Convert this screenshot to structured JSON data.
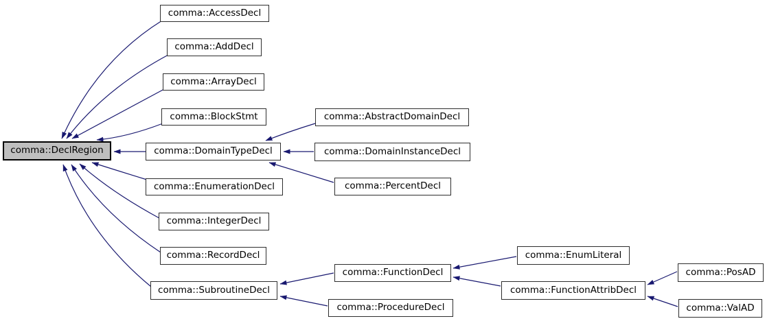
{
  "diagram": {
    "type": "class-inheritance-graph",
    "root_class": "comma::DeclRegion",
    "colors": {
      "edge": "#191970",
      "current_node_fill": "#bfbfbf",
      "node_fill": "#ffffff",
      "node_border": "#2d2d2d",
      "current_node_border": "#000000",
      "text": "#000000"
    },
    "nodes": [
      {
        "id": "declregion",
        "label": "comma::DeclRegion",
        "role": "current"
      },
      {
        "id": "accessdecl",
        "label": "comma::AccessDecl",
        "role": "derived"
      },
      {
        "id": "adddecl",
        "label": "comma::AddDecl",
        "role": "derived"
      },
      {
        "id": "arraydecl",
        "label": "comma::ArrayDecl",
        "role": "derived"
      },
      {
        "id": "blockstmt",
        "label": "comma::BlockStmt",
        "role": "derived"
      },
      {
        "id": "domaintypedecl",
        "label": "comma::DomainTypeDecl",
        "role": "derived"
      },
      {
        "id": "enumerationdecl",
        "label": "comma::EnumerationDecl",
        "role": "derived"
      },
      {
        "id": "integerdecl",
        "label": "comma::IntegerDecl",
        "role": "derived"
      },
      {
        "id": "recorddecl",
        "label": "comma::RecordDecl",
        "role": "derived"
      },
      {
        "id": "subroutinedecl",
        "label": "comma::SubroutineDecl",
        "role": "derived"
      },
      {
        "id": "abstractdomaindecl",
        "label": "comma::AbstractDomainDecl",
        "role": "derived"
      },
      {
        "id": "domaininstancedecl",
        "label": "comma::DomainInstanceDecl",
        "role": "derived"
      },
      {
        "id": "percentdecl",
        "label": "comma::PercentDecl",
        "role": "derived"
      },
      {
        "id": "functiondecl",
        "label": "comma::FunctionDecl",
        "role": "derived"
      },
      {
        "id": "proceduredecl",
        "label": "comma::ProcedureDecl",
        "role": "derived"
      },
      {
        "id": "enumliteral",
        "label": "comma::EnumLiteral",
        "role": "derived"
      },
      {
        "id": "functionattribdecl",
        "label": "comma::FunctionAttribDecl",
        "role": "derived"
      },
      {
        "id": "posad",
        "label": "comma::PosAD",
        "role": "derived"
      },
      {
        "id": "valad",
        "label": "comma::ValAD",
        "role": "derived"
      }
    ],
    "edges": [
      {
        "from": "accessdecl",
        "to": "declregion"
      },
      {
        "from": "adddecl",
        "to": "declregion"
      },
      {
        "from": "arraydecl",
        "to": "declregion"
      },
      {
        "from": "blockstmt",
        "to": "declregion"
      },
      {
        "from": "domaintypedecl",
        "to": "declregion"
      },
      {
        "from": "enumerationdecl",
        "to": "declregion"
      },
      {
        "from": "integerdecl",
        "to": "declregion"
      },
      {
        "from": "recorddecl",
        "to": "declregion"
      },
      {
        "from": "subroutinedecl",
        "to": "declregion"
      },
      {
        "from": "abstractdomaindecl",
        "to": "domaintypedecl"
      },
      {
        "from": "domaininstancedecl",
        "to": "domaintypedecl"
      },
      {
        "from": "percentdecl",
        "to": "domaintypedecl"
      },
      {
        "from": "functiondecl",
        "to": "subroutinedecl"
      },
      {
        "from": "proceduredecl",
        "to": "subroutinedecl"
      },
      {
        "from": "enumliteral",
        "to": "functiondecl"
      },
      {
        "from": "functionattribdecl",
        "to": "functiondecl"
      },
      {
        "from": "posad",
        "to": "functionattribdecl"
      },
      {
        "from": "valad",
        "to": "functionattribdecl"
      }
    ]
  }
}
